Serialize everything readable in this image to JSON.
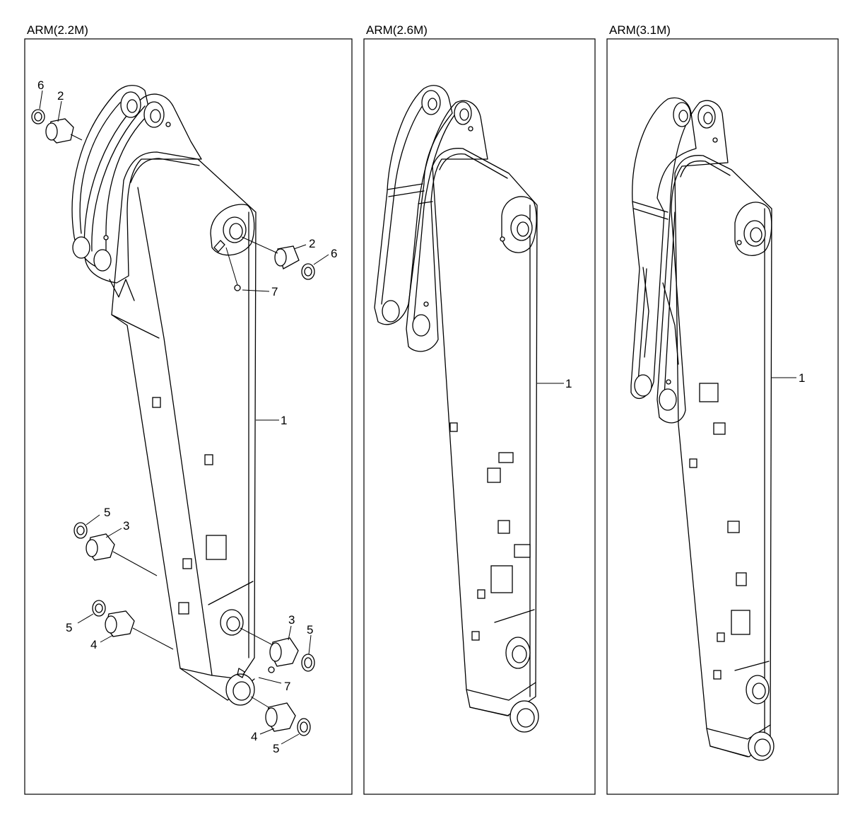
{
  "panels": [
    {
      "title": "ARM(2.2M)",
      "callouts": [
        {
          "label": "6"
        },
        {
          "label": "2"
        },
        {
          "label": "2"
        },
        {
          "label": "6"
        },
        {
          "label": "7"
        },
        {
          "label": "1"
        },
        {
          "label": "5"
        },
        {
          "label": "3"
        },
        {
          "label": "5"
        },
        {
          "label": "4"
        },
        {
          "label": "3"
        },
        {
          "label": "5"
        },
        {
          "label": "7"
        },
        {
          "label": "4"
        },
        {
          "label": "5"
        }
      ]
    },
    {
      "title": "ARM(2.6M)",
      "callouts": [
        {
          "label": "1"
        }
      ]
    },
    {
      "title": "ARM(3.1M)",
      "callouts": [
        {
          "label": "1"
        }
      ]
    }
  ]
}
